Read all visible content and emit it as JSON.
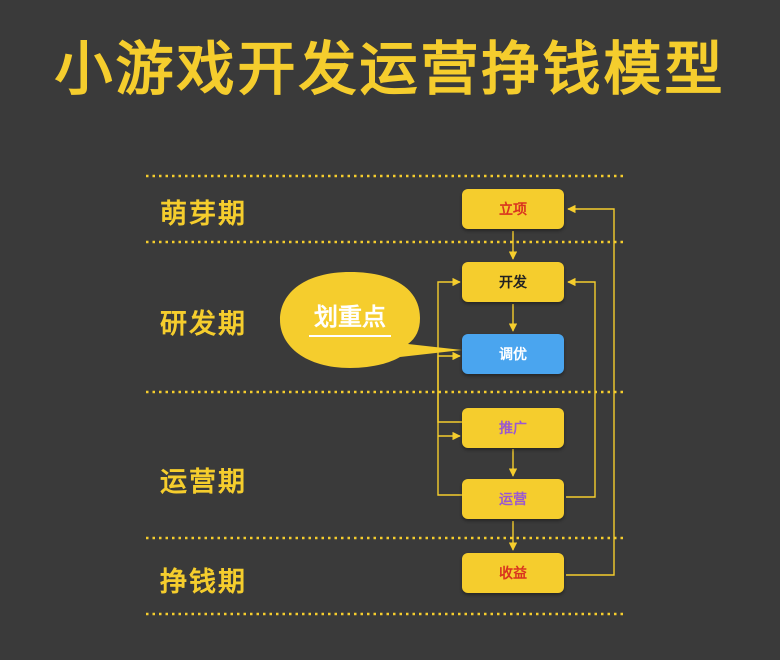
{
  "title": "小游戏开发运营挣钱模型",
  "colors": {
    "background": "#3a3a3a",
    "accent_yellow": "#f5cd2d",
    "box_blue": "#4aa5ef",
    "red_text": "#d9341f",
    "purple_text": "#9b59d0",
    "white_text": "#ffffff",
    "black_text": "#222222"
  },
  "phases": {
    "sprout": "萌芽期",
    "develop": "研发期",
    "operate": "运营期",
    "profit": "挣钱期"
  },
  "nodes": {
    "project": "立项",
    "develop": "开发",
    "optimize": "调优",
    "promote": "推广",
    "operate": "运营",
    "revenue": "收益"
  },
  "callout": "划重点"
}
